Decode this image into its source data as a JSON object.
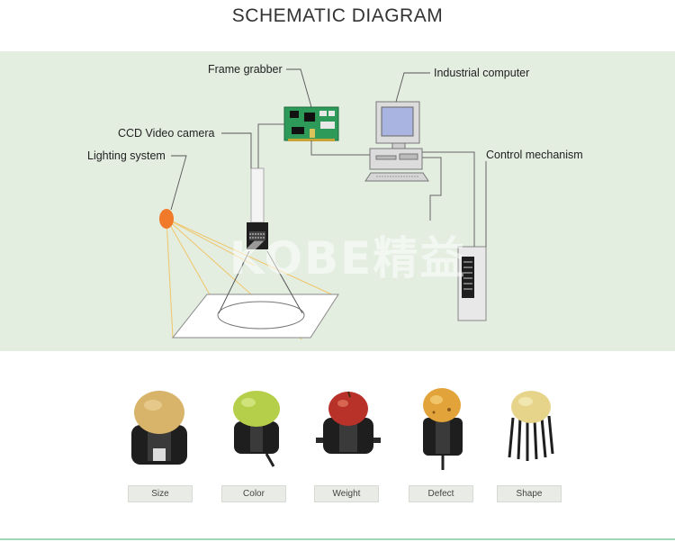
{
  "title": "SCHEMATIC DIAGRAM",
  "watermark": "KOBE精益",
  "labels": {
    "frame_grabber": "Frame grabber",
    "industrial_computer": "Industrial computer",
    "ccd_camera": "CCD Video camera",
    "lighting_system": "Lighting system",
    "control_mechanism": "Control mechanism"
  },
  "samples": [
    {
      "label": "Size",
      "fruit": "cantaloupe",
      "color": "#d8b36a"
    },
    {
      "label": "Color",
      "fruit": "pear",
      "color": "#b5cf4a"
    },
    {
      "label": "Weight",
      "fruit": "apple",
      "color": "#b8322a"
    },
    {
      "label": "Defect",
      "fruit": "apple",
      "color": "#e2a33a"
    },
    {
      "label": "Shape",
      "fruit": "potato",
      "color": "#e6d48a"
    }
  ],
  "colors": {
    "panel_bg": "#e3ede0",
    "light_source": "#f07a2a",
    "light_rays": "#f0c66a",
    "circuit_board": "#2e9a5a",
    "bottom_rule": "#9fd8b6"
  }
}
